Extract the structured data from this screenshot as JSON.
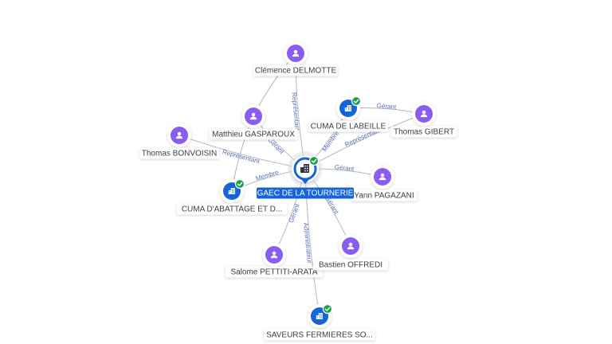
{
  "colors": {
    "person": "#8a5cf0",
    "company": "#1565d8",
    "verified": "#1e9e4a",
    "edge": "#b3b6be",
    "edge_label": "#5a6db8",
    "main_label_bg": "#1565d8"
  },
  "icons": {
    "person": "person-icon",
    "company": "company-icon",
    "verified": "check-badge-icon"
  },
  "center": {
    "id": "gaec",
    "label": "GAEC DE LA TOURNERIE",
    "kind": "company",
    "verified": true
  },
  "nodes": [
    {
      "id": "clemence",
      "label": "Clémence DELMOTTE",
      "kind": "person",
      "verified": false
    },
    {
      "id": "matthieu",
      "label": "Matthieu GASPAROUX",
      "kind": "person",
      "verified": false
    },
    {
      "id": "thomasb",
      "label": "Thomas BONVOISIN",
      "kind": "person",
      "verified": false
    },
    {
      "id": "cumaabeille",
      "label": "CUMA DE LABEILLE",
      "kind": "company",
      "verified": true
    },
    {
      "id": "thomasg",
      "label": "Thomas GIBERT",
      "kind": "person",
      "verified": false
    },
    {
      "id": "yann",
      "label": "Yann PAGAZANI",
      "kind": "person",
      "verified": false
    },
    {
      "id": "cumaabattage",
      "label": "CUMA D'ABATTAGE ET D...",
      "kind": "company",
      "verified": true
    },
    {
      "id": "salome",
      "label": "Salome PETTITI-ARATA",
      "kind": "person",
      "verified": false
    },
    {
      "id": "bastien",
      "label": "Bastien OFFREDI",
      "kind": "person",
      "verified": false
    },
    {
      "id": "saveurs",
      "label": "SAVEURS FERMIERES SO...",
      "kind": "company",
      "verified": true
    }
  ],
  "edges": [
    {
      "from": "clemence",
      "to": "gaec",
      "label": "Représentant"
    },
    {
      "from": "matthieu",
      "to": "gaec",
      "label": "Gérant"
    },
    {
      "from": "thomasb",
      "to": "gaec",
      "label": "Représentant"
    },
    {
      "from": "gaec",
      "to": "cumaabeille",
      "label": "Membre"
    },
    {
      "from": "thomasg",
      "to": "cumaabeille",
      "label": "Gérant"
    },
    {
      "from": "thomasg",
      "to": "gaec",
      "label": "Représentant"
    },
    {
      "from": "yann",
      "to": "gaec",
      "label": "Gérant"
    },
    {
      "from": "gaec",
      "to": "cumaabattage",
      "label": "Membre"
    },
    {
      "from": "matthieu",
      "to": "cumaabattage",
      "label": ""
    },
    {
      "from": "salome",
      "to": "gaec",
      "label": "Gérant"
    },
    {
      "from": "bastien",
      "to": "gaec",
      "label": "Gérant"
    },
    {
      "from": "gaec",
      "to": "saveurs",
      "label": "Administrateur"
    },
    {
      "from": "clemence",
      "to": "matthieu",
      "label": ""
    }
  ]
}
